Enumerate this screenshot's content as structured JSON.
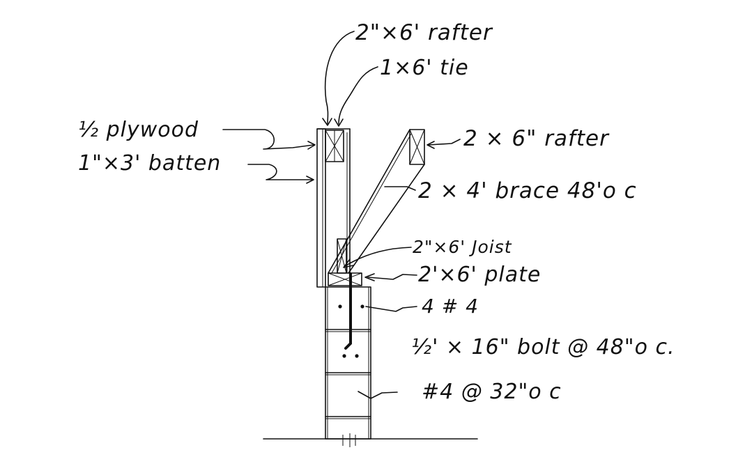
{
  "labels": {
    "rafter_top": "2\"×6' rafter",
    "tie": "1×6' tie",
    "plywood": "½ plywood",
    "batten": "1\"×3' batten",
    "rafter_right": "2 × 6\" rafter",
    "brace": "2 × 4' brace 48'o c",
    "joist": "2\"×6' Joist",
    "plate": "2'×6' plate",
    "rebar": "4 # 4",
    "bolt": "½' × 16\" bolt @ 48\"o c.",
    "rebar_spacing": "#4 @ 32\"o c"
  },
  "colors": {
    "ink": "#111111",
    "paper": "#ffffff"
  }
}
